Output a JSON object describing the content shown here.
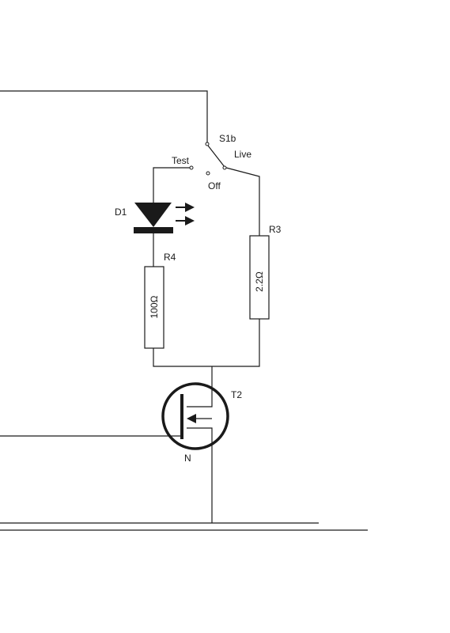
{
  "switch": {
    "label": "S1b",
    "positions": {
      "test": "Test",
      "live": "Live",
      "off": "Off"
    }
  },
  "diode": {
    "label": "D1"
  },
  "resistors": {
    "r4": {
      "label": "R4",
      "value": "100Ω"
    },
    "r3": {
      "label": "R3",
      "value": "2.2Ω"
    }
  },
  "transistor": {
    "label": "T2",
    "type": "N"
  },
  "colors": {
    "ink": "#1a1a1a",
    "background": "#ffffff"
  }
}
